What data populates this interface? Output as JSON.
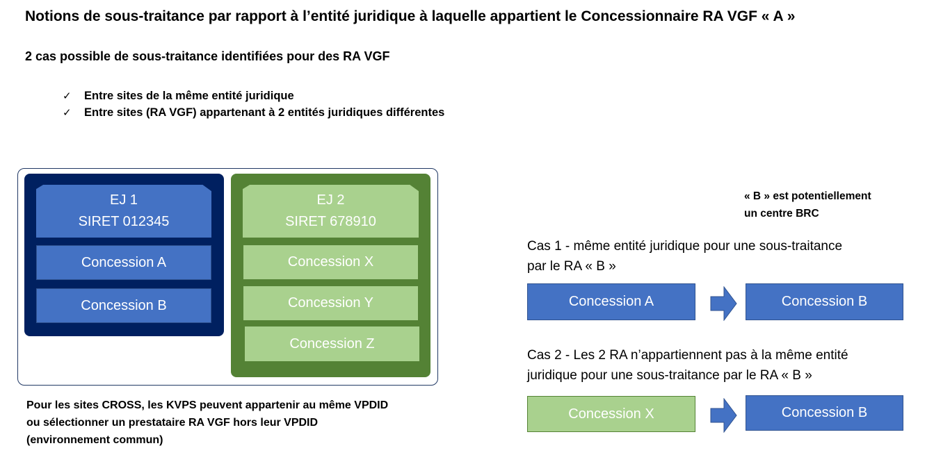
{
  "title": "Notions de sous-traitance par rapport à l’entité juridique à laquelle appartient le Concessionnaire RA VGF « A »",
  "subtitle": "2 cas possible de sous-traitance identifiées pour des RA VGF",
  "bullets": [
    "Entre sites de la même entité juridique",
    "Entre sites (RA VGF) appartenant à 2 entités juridiques différentes"
  ],
  "check_glyph": "✓",
  "ej1": {
    "name": "EJ 1",
    "siret": "SIRET 012345",
    "concessions": [
      "Concession A",
      "Concession B"
    ]
  },
  "ej2": {
    "name": "EJ 2",
    "siret": "SIRET 678910",
    "concessions": [
      "Concession X",
      "Concession Y",
      "Concession Z"
    ]
  },
  "note_b": [
    "« B » est potentiellement",
    "un centre BRC"
  ],
  "cas1": {
    "text": [
      "Cas 1 - même entité juridique pour une sous-traitance",
      "par le RA « B »"
    ],
    "from": "Concession A",
    "to": "Concession B"
  },
  "cas2": {
    "text": [
      "Cas 2 - Les 2 RA n’appartiennent pas à la même entité",
      "juridique pour une sous-traitance par le RA « B »"
    ],
    "from": "Concession X",
    "to": "Concession B"
  },
  "footer": [
    "Pour les sites CROSS, les KVPS peuvent appartenir au même VPDID",
    "ou sélectionner un prestataire RA VGF hors leur VPDID",
    "(environnement commun)"
  ],
  "colors": {
    "dark_navy": "#002060",
    "blue": "#4472C4",
    "dark_green": "#548235",
    "light_green": "#A9D18E"
  }
}
